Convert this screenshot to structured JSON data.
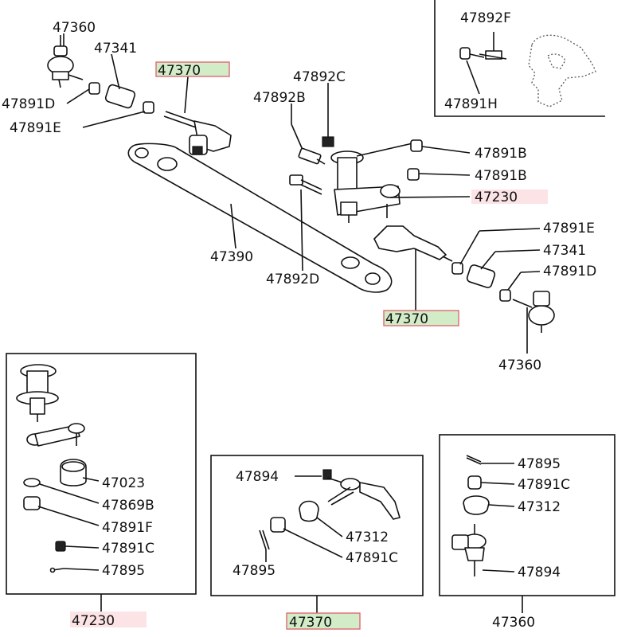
{
  "colors": {
    "line": "#111111",
    "highlight_green": "#d2ecc8",
    "highlight_pink": "#fbe3e6",
    "highlight_border": "#e06a73"
  },
  "labels": {
    "a_47360": "47360",
    "a_47341": "47341",
    "a_47370": "47370",
    "a_47891D": "47891D",
    "a_47891E": "47891E",
    "b_47892C": "47892C",
    "b_47892B": "47892B",
    "b_47891B_1": "47891B",
    "b_47891B_2": "47891B",
    "b_47230": "47230",
    "c_47390": "47390",
    "c_47892D": "47892D",
    "d_47891E": "47891E",
    "d_47341": "47341",
    "d_47891D": "47891D",
    "d_47370": "47370",
    "d_47360": "47360",
    "inset_47892F": "47892F",
    "inset_47891H": "47891H",
    "box1_47023": "47023",
    "box1_47869B": "47869B",
    "box1_47891F": "47891F",
    "box1_47891C": "47891C",
    "box1_47895": "47895",
    "box1_title": "47230",
    "box2_47894": "47894",
    "box2_47312": "47312",
    "box2_47895": "47895",
    "box2_47891C": "47891C",
    "box2_title": "47370",
    "box3_47895": "47895",
    "box3_47891C": "47891C",
    "box3_47312": "47312",
    "box3_47894": "47894",
    "box3_title": "47360"
  }
}
